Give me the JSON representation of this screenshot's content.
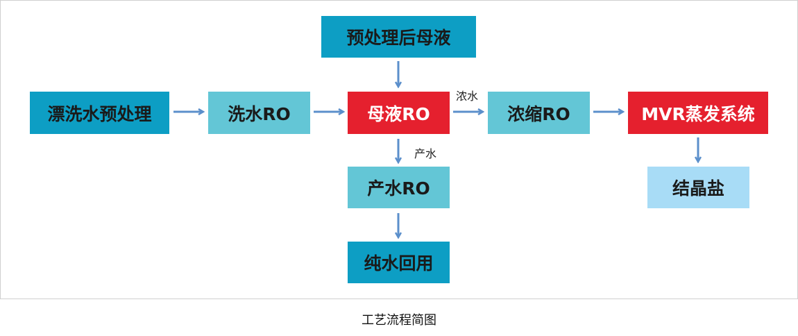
{
  "nodes": {
    "pretreated_mother_liquor": "预处理后母液",
    "bleach_wash_pretreatment": "漂洗水预处理",
    "wash_water_ro": "洗水RO",
    "mother_liquor_ro": "母液RO",
    "concentrate_ro": "浓缩RO",
    "mvr_evaporation": "MVR蒸发系统",
    "crystal_salt": "结晶盐",
    "product_water_ro": "产水RO",
    "pure_water_reuse": "纯水回用"
  },
  "edge_labels": {
    "concentrate": "浓水",
    "product_water": "产水"
  },
  "caption": "工艺流程简图",
  "colors": {
    "dark_blue": "#0d9ec4",
    "light_teal": "#63c6d6",
    "red": "#e5202e",
    "pale_blue": "#a8dcf6",
    "arrow": "#5b8fcb"
  }
}
